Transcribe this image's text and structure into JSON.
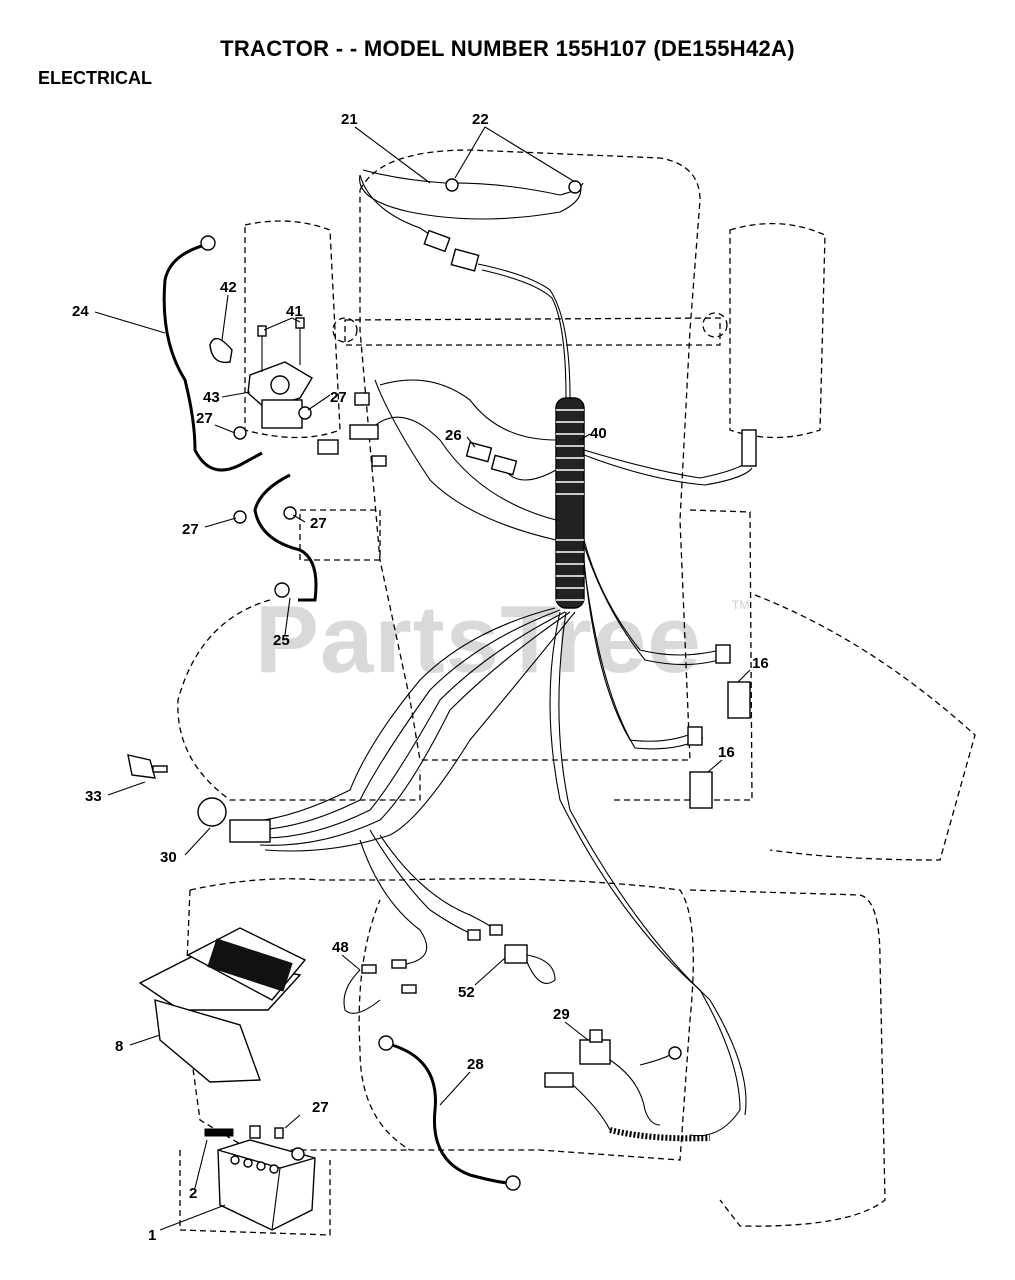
{
  "header": {
    "title": "TRACTOR - - MODEL NUMBER 155H107 (DE155H42A)",
    "section": "ELECTRICAL"
  },
  "watermark": {
    "text": "PartsTree",
    "mark": "TM"
  },
  "callouts": [
    "1",
    "2",
    "8",
    "16",
    "16",
    "21",
    "22",
    "24",
    "25",
    "26",
    "27",
    "27",
    "27",
    "27",
    "27",
    "28",
    "29",
    "30",
    "33",
    "40",
    "41",
    "42",
    "43",
    "48",
    "52"
  ]
}
